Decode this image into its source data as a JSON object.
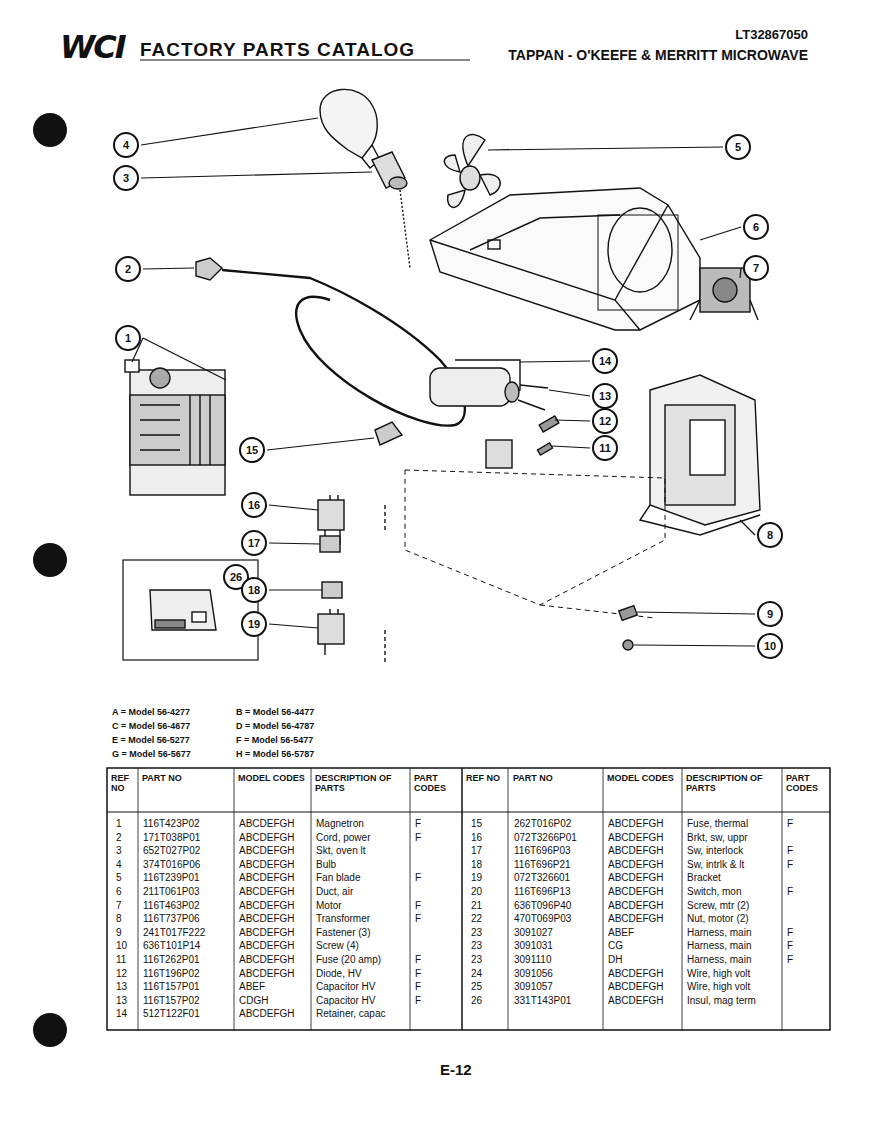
{
  "diagram": {
    "title": "FACTORY PARTS CATALOG",
    "nodes": [
      {
        "text": [
          "4"
        ]
      },
      {
        "text": [
          "5"
        ]
      },
      {
        "text": [
          "3"
        ]
      },
      {
        "text": [
          "6"
        ]
      },
      {
        "text": [
          "2"
        ]
      },
      {
        "text": [
          "7"
        ]
      },
      {
        "text": [
          "1"
        ]
      },
      {
        "text": [
          "14"
        ]
      },
      {
        "text": [
          "13"
        ]
      },
      {
        "text": [
          "12"
        ]
      },
      {
        "text": [
          "15"
        ]
      },
      {
        "text": [
          "11"
        ]
      },
      {
        "text": [
          "16"
        ]
      },
      {
        "text": [
          "8"
        ]
      },
      {
        "text": [
          "17"
        ]
      },
      {
        "text": [
          "26"
        ]
      },
      {
        "text": [
          "18"
        ]
      },
      {
        "text": [
          "9"
        ]
      },
      {
        "text": [
          "19"
        ]
      },
      {
        "text": [
          "10"
        ]
      }
    ],
    "labels": [
      "WCI",
      "LT32867050",
      "TAPPAN - O'KEEFE & MERRITT MICROWAVE",
      "A = Model 56-4277",
      "B = Model 56-4477",
      "C = Model 56-4677",
      "D = Model 56-4787",
      "E = Model 56-5277",
      "F = Model 56-5477",
      "G = Model 56-5677",
      "H = Model 56-5787",
      "REF NO",
      "PART NO",
      "MODEL CODES",
      "DESCRIPTION OF PARTS",
      "PART CODES",
      "REF NO",
      "PART NO",
      "MODEL CODES",
      "DESCRIPTION OF PARTS",
      "PART CODES",
      "1",
      "116T423P02",
      "ABCDEFGH",
      "Magnetron",
      "F",
      "2",
      "171T038P01",
      "ABCDEFGH",
      "Cord, power",
      "F",
      "3",
      "652T027P02",
      "ABCDEFGH",
      "Skt, oven lt",
      "4",
      "374T016P06",
      "ABCDEFGH",
      "Bulb",
      "5",
      "116T239P01",
      "ABCDEFGH",
      "Fan blade",
      "F",
      "6",
      "211T061P03",
      "ABCDEFGH",
      "Duct, air",
      "7",
      "116T463P02",
      "ABCDEFGH",
      "Motor",
      "F",
      "8",
      "116T737P06",
      "ABCDEFGH",
      "Transformer",
      "F",
      "9",
      "241T017F222",
      "ABCDEFGH",
      "Fastener (3)",
      "10",
      "636T101P14",
      "ABCDEFGH",
      "Screw (4)",
      "11",
      "116T262P01",
      "ABCDEFGH",
      "Fuse (20 amp)",
      "F",
      "12",
      "116T196P02",
      "ABCDEFGH",
      "Diode, HV",
      "F",
      "13",
      "116T157P01",
      "ABEF",
      "Capacitor HV",
      "F",
      "13",
      "116T157P02",
      "CDGH",
      "Capacitor HV",
      "F",
      "14",
      "512T122F01",
      "ABCDEFGH",
      "Retainer, capac",
      "15",
      "262T016P02",
      "ABCDEFGH",
      "Fuse, thermal",
      "F",
      "16",
      "072T3266P01",
      "ABCDEFGH",
      "Brkt, sw, uppr",
      "17",
      "116T696P03",
      "ABCDEFGH",
      "Sw, interlock",
      "F",
      "18",
      "116T696P21",
      "ABCDEFGH",
      "Sw, intrlk & lt",
      "F",
      "19",
      "072T326601",
      "ABCDEFGH",
      "Bracket",
      "20",
      "116T696P13",
      "ABCDEFGH",
      "Switch, mon",
      "F",
      "21",
      "636T096P40",
      "ABCDEFGH",
      "Screw, mtr (2)",
      "22",
      "470T069P03",
      "ABCDEFGH",
      "Nut, motor (2)",
      "23",
      "3091027",
      "ABEF",
      "Harness, main",
      "F",
      "23",
      "3091031",
      "CG",
      "Harness, main",
      "F",
      "23",
      "3091110",
      "DH",
      "Harness, main",
      "F",
      "24",
      "3091056",
      "ABCDEFGH",
      "Wire, high volt",
      "25",
      "3091057",
      "ABCDEFGH",
      "Wire, high volt",
      "26",
      "331T143P01",
      "ABCDEFGH",
      "Insul, mag term",
      "E-12"
    ]
  }
}
